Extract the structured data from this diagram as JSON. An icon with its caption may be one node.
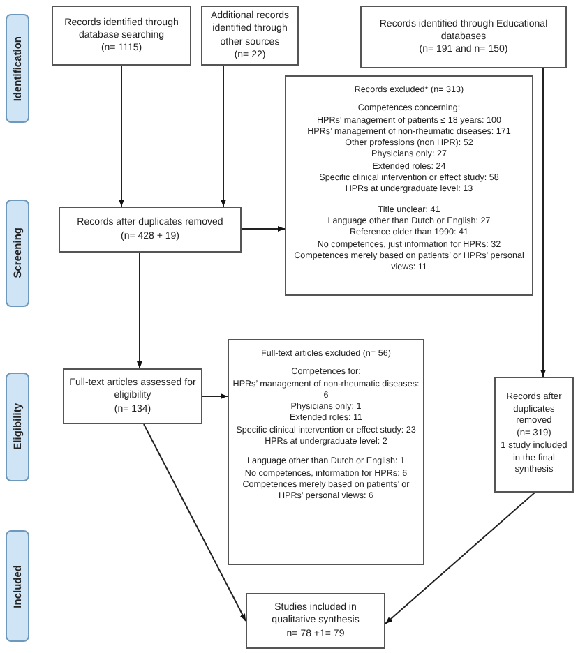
{
  "diagram": {
    "nodes": [
      {
        "text": [
          "Records identified through database searching",
          "(n= 1115)"
        ]
      },
      {
        "text": [
          "Additional records identified through other sources",
          "(n= 22)"
        ]
      },
      {
        "text": [
          "Records identified through Educational databases",
          "(n= 191 and n= 150)"
        ]
      },
      {
        "text": [
          "Records excluded* (n= 313)",
          "Competences concerning:",
          "HPRs’ management of patients ≤ 18 years: 100",
          "HPRs’ management of non-rheumatic diseases: 171",
          "Other professions (non HPR): 52",
          "Physicians only: 27",
          "Extended roles: 24",
          "Specific clinical intervention or effect study: 58",
          "HPRs at undergraduate level: 13",
          "Title unclear: 41",
          "Language other than Dutch or English: 27",
          "Reference older than 1990: 41",
          "No competences, just information for HPRs: 32",
          "Competences merely based on patients’ or HPRs’ personal views: 11"
        ]
      },
      {
        "text": [
          "Records after duplicates removed",
          "(n= 428 + 19)"
        ]
      },
      {
        "text": [
          "Full-text articles assessed for eligibility",
          "(n= 134)"
        ]
      },
      {
        "text": [
          "Full-text articles excluded (n= 56)",
          "Competences for:",
          "HPRs’ management of non-rheumatic diseases: 6",
          "Physicians only: 1",
          "Extended roles: 11",
          "Specific clinical intervention or effect study: 23",
          "HPRs at undergraduate level: 2",
          "Language other than Dutch or English: 1",
          "No competences, information for HPRs: 6",
          "Competences merely based on patients’ or HPRs’ personal views: 6"
        ]
      },
      {
        "text": [
          "Records after duplicates removed",
          "(n= 319)",
          "1 study included in the final synthesis"
        ]
      },
      {
        "text": [
          "Studies included in qualitative synthesis",
          "n= 78 +1= 79"
        ]
      },
      {
        "text": [
          "Identification"
        ]
      },
      {
        "text": [
          "Screening"
        ]
      },
      {
        "text": [
          "Eligibility"
        ]
      },
      {
        "text": [
          "Included"
        ]
      }
    ],
    "edges": [
      {
        "from": 0,
        "to": 4,
        "arrow": "to"
      },
      {
        "from": 1,
        "to": 4,
        "arrow": "to"
      },
      {
        "from": 4,
        "to": 3,
        "arrow": "to"
      },
      {
        "from": 4,
        "to": 5,
        "arrow": "to"
      },
      {
        "from": 5,
        "to": 6,
        "arrow": "to"
      },
      {
        "from": 5,
        "to": 8,
        "arrow": "to"
      },
      {
        "from": 7,
        "to": 8,
        "arrow": "to"
      },
      {
        "from": 2,
        "to": 7,
        "arrow": "to"
      }
    ]
  }
}
